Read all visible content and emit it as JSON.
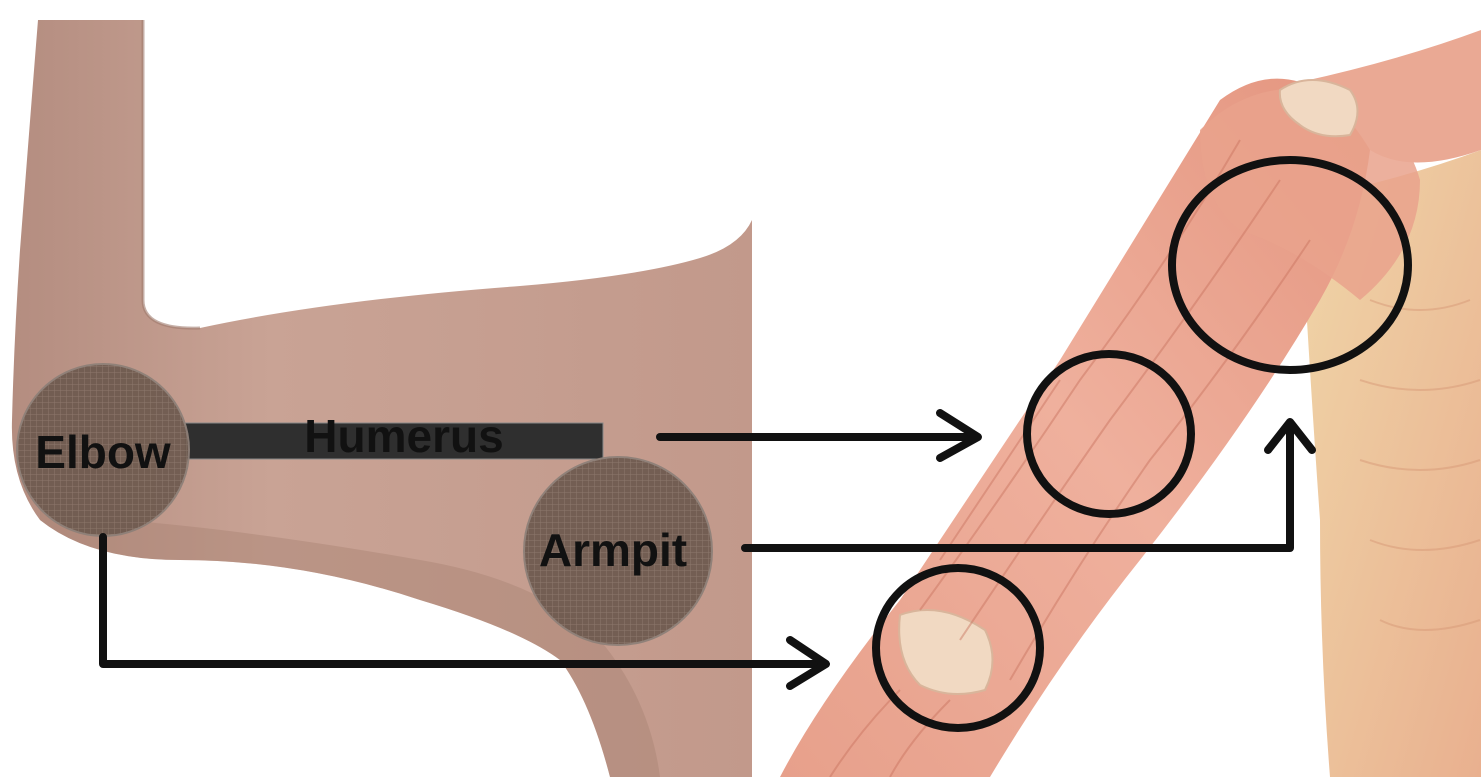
{
  "labels": {
    "elbow": "Elbow",
    "humerus": "Humerus",
    "armpit": "Armpit"
  },
  "colors": {
    "skin": "#c7a193",
    "skin_shadow": "#a98274",
    "muscle": "#e9a48f",
    "muscle_dark": "#c8725e",
    "bone": "#f1d9c2",
    "marker_fill": "#6f5b50",
    "bar": "#2f2f2f",
    "ink": "#111111"
  },
  "left_image": {
    "subject": "photo of raised upper arm, posterior view"
  },
  "right_image": {
    "subject": "anatomical muscle illustration of shoulder and upper arm"
  }
}
